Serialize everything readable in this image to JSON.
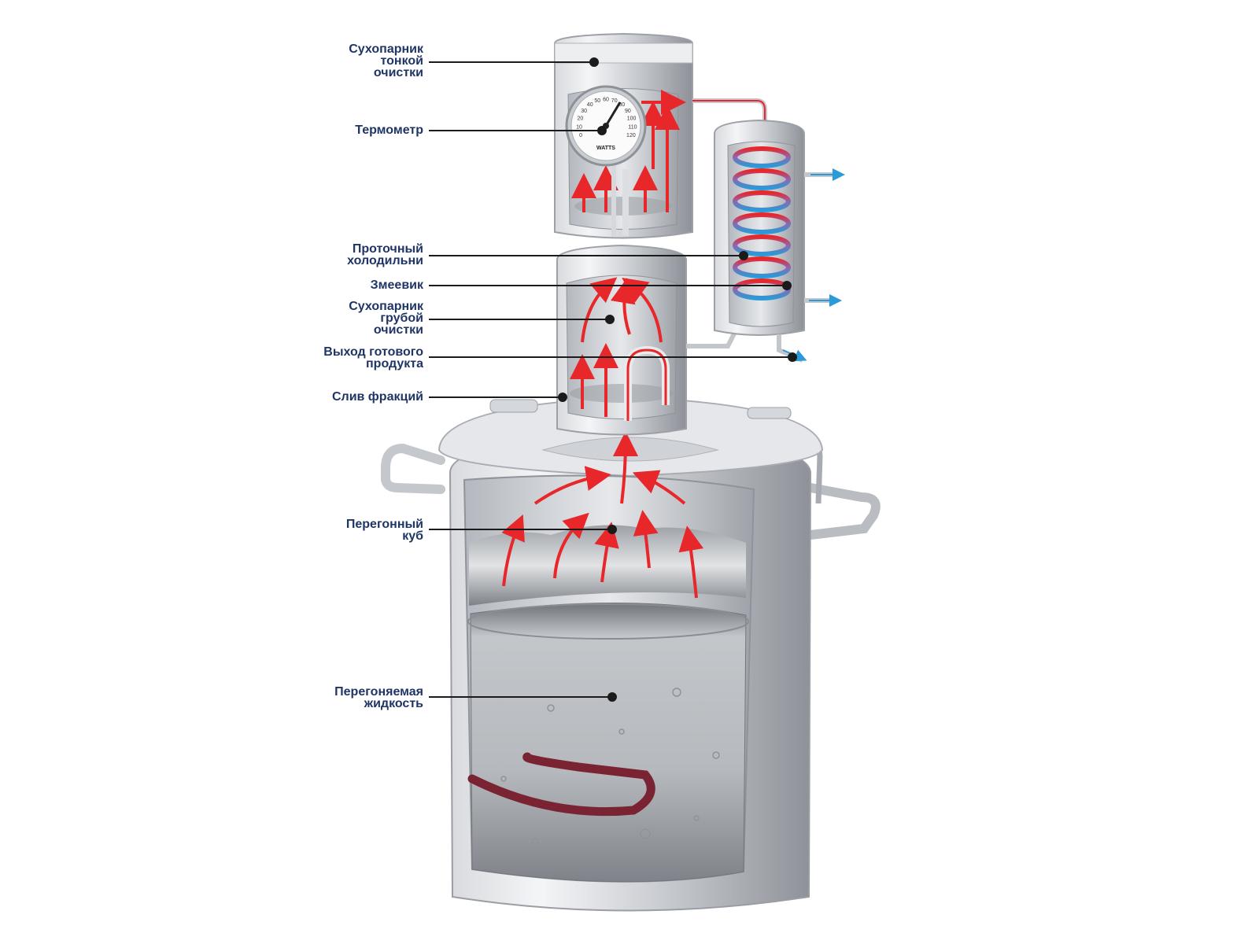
{
  "colors": {
    "label_text": "#1f3566",
    "leader_line": "#1b1b1b",
    "steel_light": "#f0f1f3",
    "steel_mid": "#c9ccd1",
    "steel_dark": "#8d9198",
    "vapor_arrow": "#e8272b",
    "coolant_arrow": "#2a9ad8",
    "heater": "#7a2332"
  },
  "labels": [
    {
      "id": "fine-dry-steamer",
      "text": "Сухопарник\nтонкой\nочистки"
    },
    {
      "id": "thermometer",
      "text": "Термометр"
    },
    {
      "id": "flow-cooler",
      "text": "Проточный\nхолодильни"
    },
    {
      "id": "coil",
      "text": "Змеевик"
    },
    {
      "id": "coarse-dry-steamer",
      "text": "Сухопарник\nгрубой\nочистки"
    },
    {
      "id": "product-outlet",
      "text": "Выход готового\nпродукта"
    },
    {
      "id": "fraction-drain",
      "text": "Слив фракций"
    },
    {
      "id": "still-pot",
      "text": "Перегонный\nкуб"
    },
    {
      "id": "distilled-liquid",
      "text": "Перегоняемая\nжидкость"
    }
  ],
  "thermometer": {
    "ticks": [
      "0",
      "10",
      "20",
      "30",
      "40",
      "50",
      "60",
      "70",
      "80",
      "90",
      "100",
      "110",
      "120"
    ],
    "brand": "WATTS"
  }
}
